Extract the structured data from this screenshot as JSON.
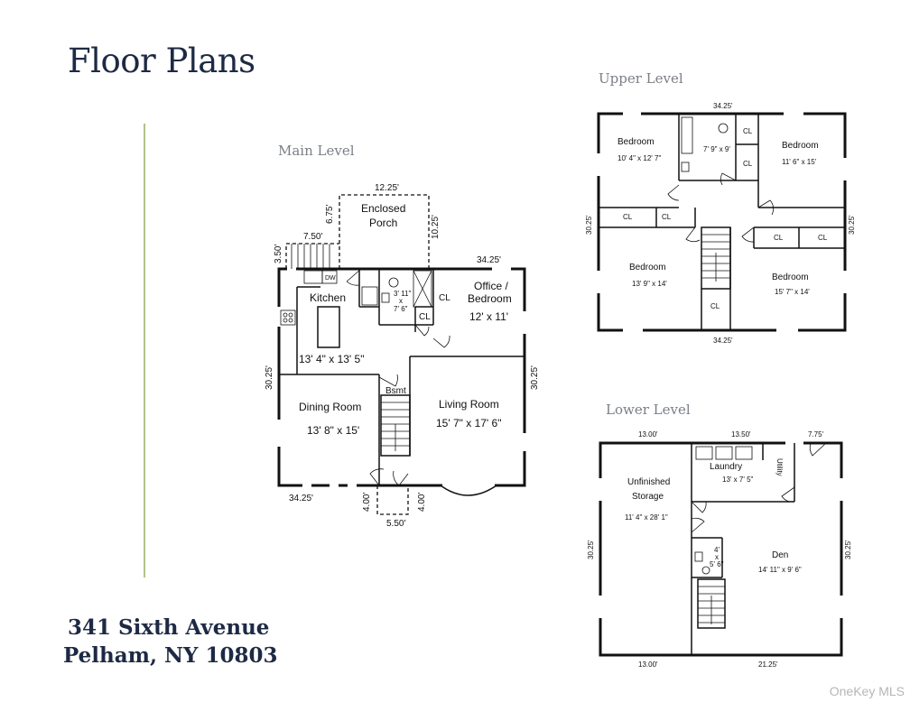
{
  "title": "Floor Plans",
  "address": {
    "line1": "341 Sixth Avenue",
    "line2": "Pelham, NY 10803"
  },
  "watermark": "OneKey MLS",
  "main_level": {
    "label": "Main Level",
    "rooms": {
      "kitchen": {
        "name": "Kitchen",
        "size": "13' 4\" x 13' 5\""
      },
      "dining": {
        "name": "Dining Room",
        "size": "13' 8\" x 15'"
      },
      "living": {
        "name": "Living Room",
        "size": "15' 7\" x 17' 6\""
      },
      "office_line1": "Office /",
      "office_line2": "Bedroom",
      "office_size": "12' x 11'",
      "porch_line1": "Enclosed",
      "porch_line2": "Porch",
      "bath_size_a": "3' 11\"",
      "bath_size_b": "x",
      "bath_size_c": "7' 6\"",
      "closet_1": "CL",
      "closet_2": "CL",
      "basement": "Bsmt",
      "dishwasher": "DW"
    },
    "dimensions": {
      "porch_width": "12.25'",
      "porch_depth_left": "6.75'",
      "porch_depth_right": "10.25'",
      "stair_width": "7.50'",
      "stair_depth": "3.50'",
      "top_right": "34.25'",
      "left_side": "30.25'",
      "right_side": "30.25'",
      "bottom_left": "34.25'",
      "entry_left": "4.00'",
      "entry_right": "4.00'",
      "entry_width": "5.50'"
    }
  },
  "upper_level": {
    "label": "Upper Level",
    "rooms": {
      "bed1": {
        "name": "Bedroom",
        "size": "10' 4\" x 12' 7\""
      },
      "bed2": {
        "name": "Bedroom",
        "size": "11' 6\" x 15'"
      },
      "bed3": {
        "name": "Bedroom",
        "size": "13' 9\" x 14'"
      },
      "bed4": {
        "name": "Bedroom",
        "size": "15' 7\" x 14'"
      },
      "bath_size": "7' 9\" x 9'",
      "closets": [
        "CL",
        "CL",
        "CL",
        "CL",
        "CL",
        "CL",
        "CL"
      ]
    },
    "dimensions": {
      "top": "34.25'",
      "bottom": "34.25'",
      "left": "30.25'",
      "right": "30.25'"
    }
  },
  "lower_level": {
    "label": "Lower Level",
    "rooms": {
      "storage_line1": "Unfinished",
      "storage_line2": "Storage",
      "storage_size": "11' 4\" x 28' 1\"",
      "laundry": {
        "name": "Laundry",
        "size": "13' x 7' 5\""
      },
      "utility": "Utility",
      "den": {
        "name": "Den",
        "size": "14' 11\" x 9' 6\""
      },
      "bath_a": "4'",
      "bath_b": "x",
      "bath_c": "5' 6\""
    },
    "dimensions": {
      "top_left": "13.00'",
      "top_mid": "13.50'",
      "top_right": "7.75'",
      "left": "30.25'",
      "right": "30.25'",
      "bottom_left": "13.00'",
      "bottom_right": "21.25'"
    }
  }
}
